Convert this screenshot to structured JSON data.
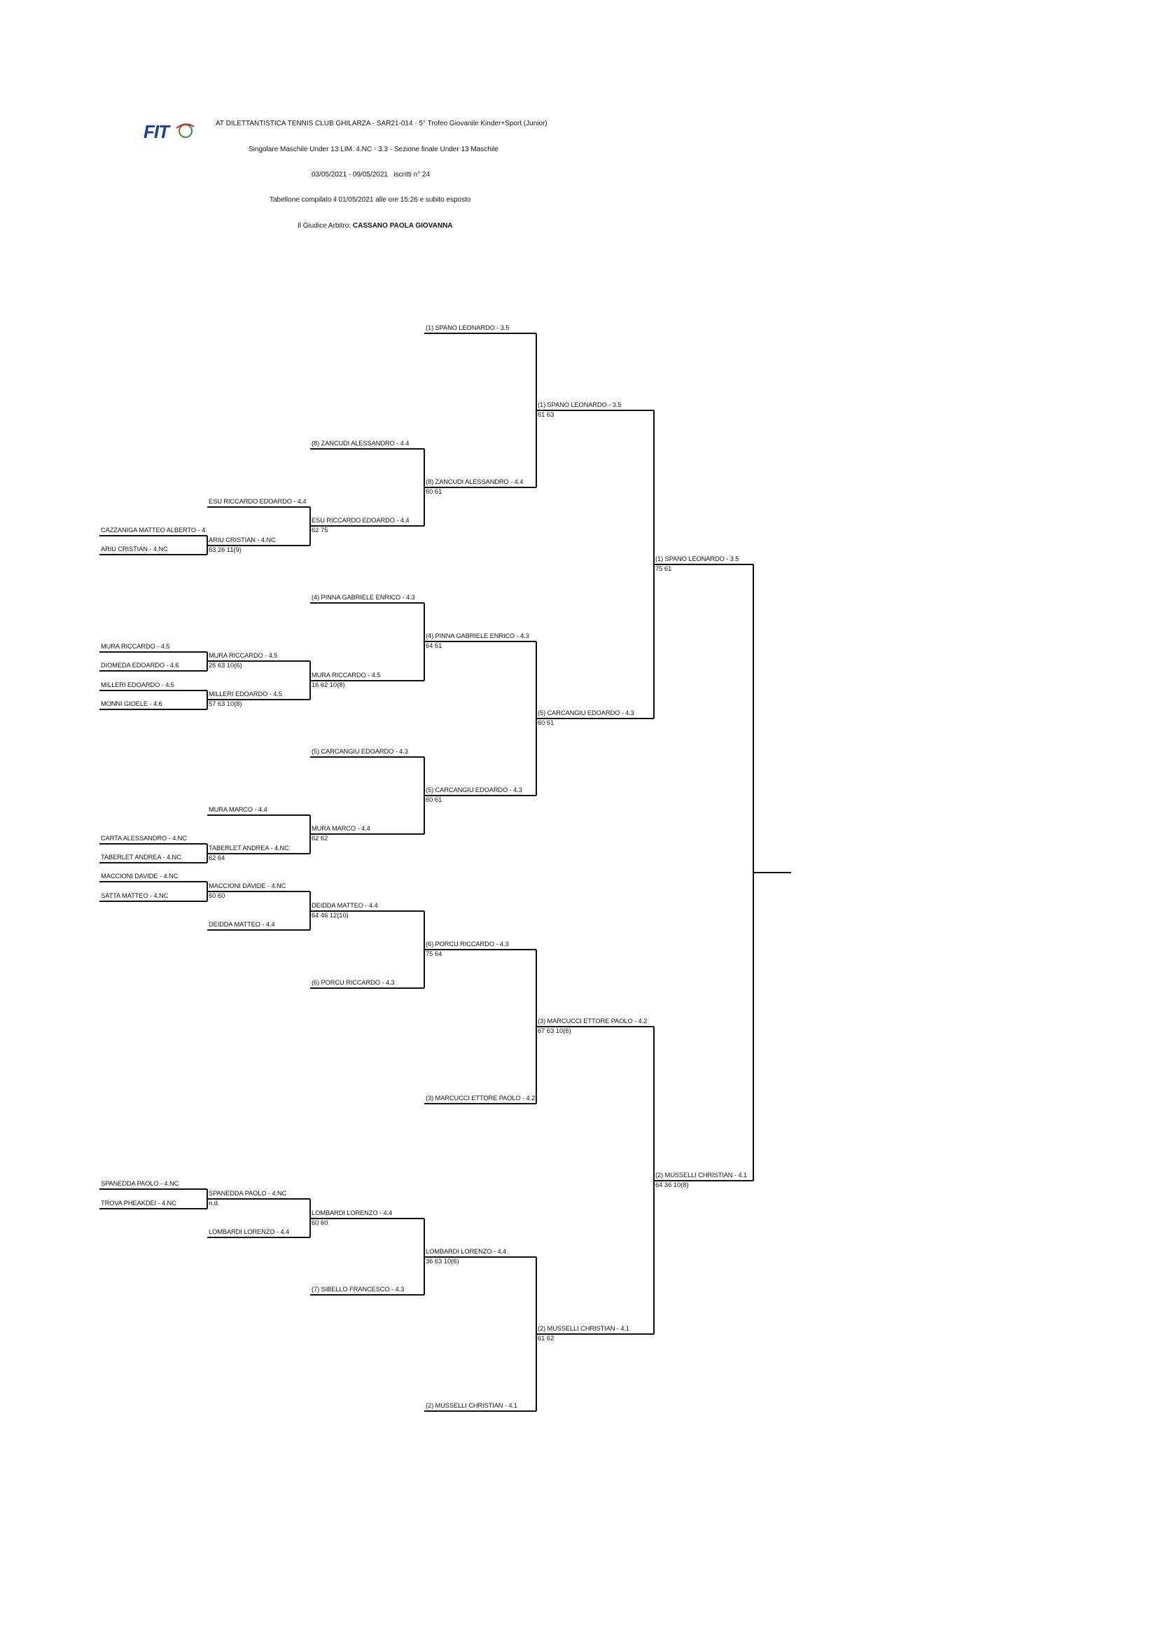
{
  "header": {
    "line1": "AT DILETTANTISTICA TENNIS CLUB GHILARZA - SAR21-014 - 5° Trofeo Giovanile Kinder+Sport (Junior)",
    "line2": "Singolare Maschile Under 13 LIM. 4.NC - 3.3 - Sezione finale Under 13 Maschile",
    "dates": "03/05/2021 - 09/05/2021",
    "iscritti": "iscritti n° 24",
    "compiled": "Tabellone compilato il 01/05/2021 alle ore 15:26 e subito esposto",
    "judge_prefix": "Il Giudice Arbitro: ",
    "judge_name": "CASSANO PAOLA GIOVANNA"
  },
  "logo": {
    "text": "FIT",
    "icon": "tennis-ball-swoosh-icon",
    "color": "#1a3f93"
  },
  "bracket": {
    "r1": [
      "CAZZANIGA MATTEO ALBERTO - 4.",
      "ARIU CRISTIAN - 4.NC",
      "MURA RICCARDO - 4.5",
      "DIOMEDA EDOARDO - 4.6",
      "MILLERI EDOARDO - 4.5",
      "MONNI GIOELE - 4.6",
      "CARTA ALESSANDRO - 4.NC",
      "TABERLET ANDREA - 4.NC",
      "MACCIONI DAVIDE - 4.NC",
      "SATTA MATTEO - 4.NC",
      "SPANEDDA PAOLO - 4.NC",
      "TROVA PHEAKDEI - 4.NC"
    ],
    "r2": [
      "ESU RICCARDO EDOARDO - 4.4",
      "ARIU CRISTIAN - 4.NC",
      "MURA RICCARDO - 4.5",
      "MILLERI EDOARDO - 4.5",
      "MURA MARCO - 4.4",
      "TABERLET ANDREA - 4.NC",
      "MACCIONI DAVIDE - 4.NC",
      "DEIDDA MATTEO - 4.4",
      "SPANEDDA PAOLO - 4.NC",
      "LOMBARDI LORENZO - 4.4"
    ],
    "r2_scores": [
      "63 26 11(9)",
      "26 63 10(6)",
      "57 63 10(8)",
      "62 64",
      "60 60",
      "n.d."
    ],
    "r3": [
      "(8) ZANCUDI ALESSANDRO - 4.4",
      "ESU RICCARDO EDOARDO - 4.4",
      "(4) PINNA GABRIELE ENRICO - 4.3",
      "MURA RICCARDO - 4.5",
      "(5) CARCANGIU EDOARDO - 4.3",
      "MURA MARCO - 4.4",
      "DEIDDA MATTEO - 4.4",
      "(6) PORCU RICCARDO - 4.3",
      "LOMBARDI LORENZO - 4.4",
      "(7) SIBELLO FRANCESCO - 4.3"
    ],
    "r3_scores": [
      "62 75",
      "16 62 10(8)",
      "62 62",
      "64 46 12(10)",
      "60 60"
    ],
    "r4": [
      "(1) SPANO LEONARDO - 3.5",
      "(8) ZANCUDI ALESSANDRO - 4.4",
      "(4) PINNA GABRIELE ENRICO - 4.3",
      "(5) CARCANGIU EDOARDO - 4.3",
      "(6) PORCU RICCARDO - 4.3",
      "(3) MARCUCCI ETTORE PAOLO - 4.2",
      "LOMBARDI LORENZO - 4.4",
      "(2) MUSSELLI CHRISTIAN - 4.1"
    ],
    "r4_scores": [
      "60 61",
      "64 61",
      "60 61",
      "75 64",
      "36 63 10(6)"
    ],
    "r5": [
      "(1) SPANO LEONARDO - 3.5",
      "(5) CARCANGIU EDOARDO - 4.3",
      "(3) MARCUCCI ETTORE PAOLO - 4.2",
      "(2) MUSSELLI CHRISTIAN - 4.1"
    ],
    "r5_scores": [
      "61 63",
      "60 61",
      "67 63 10(6)",
      "61 62"
    ],
    "r6": [
      "(1) SPANO LEONARDO - 3.5",
      "(2) MUSSELLI CHRISTIAN - 4.1"
    ],
    "r6_scores": [
      "75 61",
      "64 36 10(8)"
    ]
  }
}
